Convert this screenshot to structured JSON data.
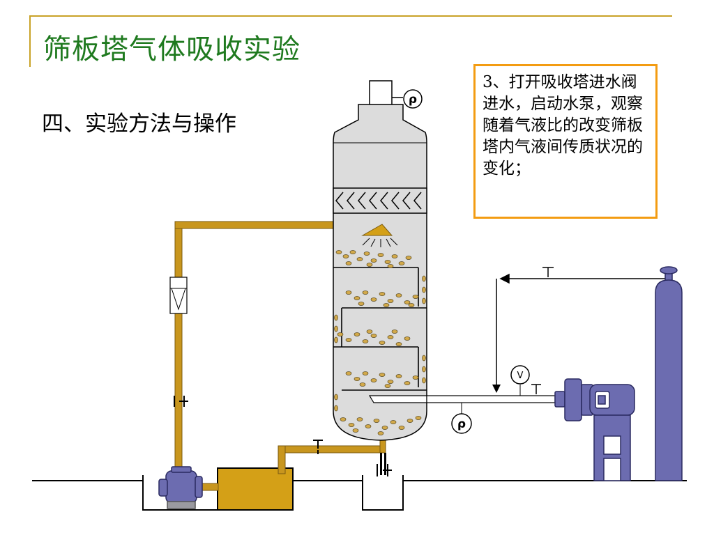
{
  "slide": {
    "title": "筛板塔气体吸收实验",
    "subtitle": "四、实验方法与操作",
    "note": "3、打开吸收塔进水阀进水，启动水泵，观察随着气液比的改变筛板塔内气液间传质状况的变化；"
  },
  "gauges": {
    "top_symbol": "ρ",
    "bottom_symbol": "ρ",
    "volt_symbol": "V"
  },
  "colors": {
    "title_green": "#1f7a1f",
    "accent_gold": "#c9a227",
    "note_border": "#f39c12",
    "pipe_gold": "#c8961e",
    "water_gold": "#d4a017",
    "equipment_purple": "#6c6cb0",
    "column_gray": "#dcdcdc",
    "bubble_gold": "#d2a94a"
  }
}
